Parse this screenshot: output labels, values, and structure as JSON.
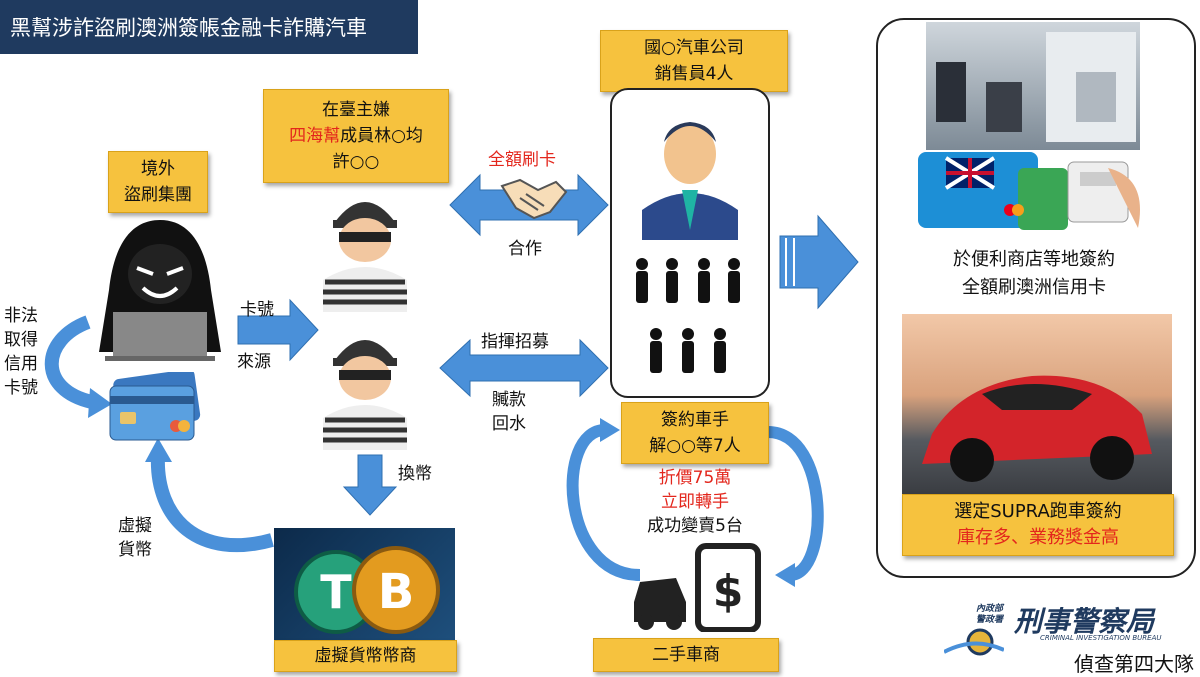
{
  "header": {
    "title": "黑幫涉詐盜刷澳洲簽帳金融卡詐購汽車"
  },
  "overseas_group": {
    "line1": "境外",
    "line2": "盜刷集團"
  },
  "suspect_box": {
    "line1": "在臺主嫌",
    "line2_red": "四海幫",
    "line2_rest": "成員林○均",
    "line3": "許○○"
  },
  "car_company": {
    "line1": "國○汽車公司",
    "line2": "銷售員4人"
  },
  "signing_drivers": {
    "line1": "簽約車手",
    "line2": "解○○等7人"
  },
  "signing_note": {
    "line1": "折價75萬",
    "line2": "立即轉手",
    "line3": "成功變賣5台"
  },
  "labels": {
    "illegal": [
      "非法",
      "取得",
      "信用",
      "卡號"
    ],
    "card_number": "卡號",
    "source": "來源",
    "exchange": "換幣",
    "virtual": [
      "虛擬",
      "貨幣"
    ],
    "full_swipe": "全額刷卡",
    "cooperate": "合作",
    "command": "指揮招募",
    "dirty_money": [
      "贓款",
      "回水"
    ]
  },
  "crypto_dealer": {
    "label": "虛擬貨幣幣商"
  },
  "used_car_dealer": {
    "label": "二手車商"
  },
  "right_panel": {
    "caption_line1": "於便利商店等地簽約",
    "caption_line2": "全額刷澳洲信用卡",
    "supra_line1": "選定SUPRA跑車簽約",
    "supra_line2": "庫存多、業務獎金高"
  },
  "logo": {
    "small_top": "內政部",
    "small_bottom": "警政署",
    "main": "刑事警察局",
    "english": "CRIMINAL INVESTIGATION BUREAU",
    "unit": "偵查第四大隊"
  },
  "colors": {
    "title_bg": "#1f3a5f",
    "box_yellow": "#f6c23e",
    "arrow_blue": "#4a90d9",
    "accent_red": "#e3261c"
  }
}
